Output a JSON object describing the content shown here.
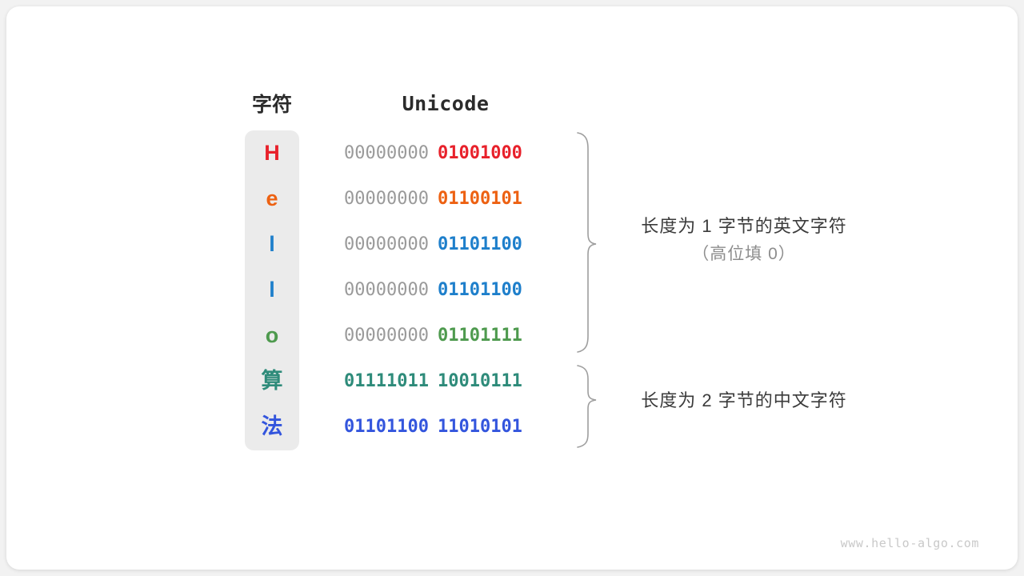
{
  "headers": {
    "char_label": "字符",
    "unicode_label": "Unicode"
  },
  "colors": {
    "panel_background": "#ebebeb",
    "card_background": "#ffffff",
    "page_background": "#f2f2f2",
    "high_byte_gray": "#9a9a9a",
    "brace_gray": "#9e9e9e",
    "header_text": "#2b2b2b",
    "annotation_text": "#3b3b3b",
    "annotation_sub_text": "#8d8d8d",
    "watermark_text": "#c9c9c9"
  },
  "rows": [
    {
      "char": "H",
      "color": "#e8212b",
      "high_byte": "00000000",
      "low_byte": "01001000",
      "high_byte_colored": false
    },
    {
      "char": "e",
      "color": "#ed6112",
      "high_byte": "00000000",
      "low_byte": "01100101",
      "high_byte_colored": false
    },
    {
      "char": "l",
      "color": "#1e7fcb",
      "high_byte": "00000000",
      "low_byte": "01101100",
      "high_byte_colored": false
    },
    {
      "char": "l",
      "color": "#1e7fcb",
      "high_byte": "00000000",
      "low_byte": "01101100",
      "high_byte_colored": false
    },
    {
      "char": "o",
      "color": "#4e9a4e",
      "high_byte": "00000000",
      "low_byte": "01101111",
      "high_byte_colored": false
    },
    {
      "char": "算",
      "color": "#2e8b7a",
      "high_byte": "01111011",
      "low_byte": "10010111",
      "high_byte_colored": true
    },
    {
      "char": "法",
      "color": "#3355dd",
      "high_byte": "01101100",
      "low_byte": "11010101",
      "high_byte_colored": true
    }
  ],
  "annotations": [
    {
      "main": "长度为 1 字节的英文字符",
      "sub": "（高位填 0）"
    },
    {
      "main": "长度为 2 字节的中文字符",
      "sub": ""
    }
  ],
  "watermark": "www.hello-algo.com"
}
